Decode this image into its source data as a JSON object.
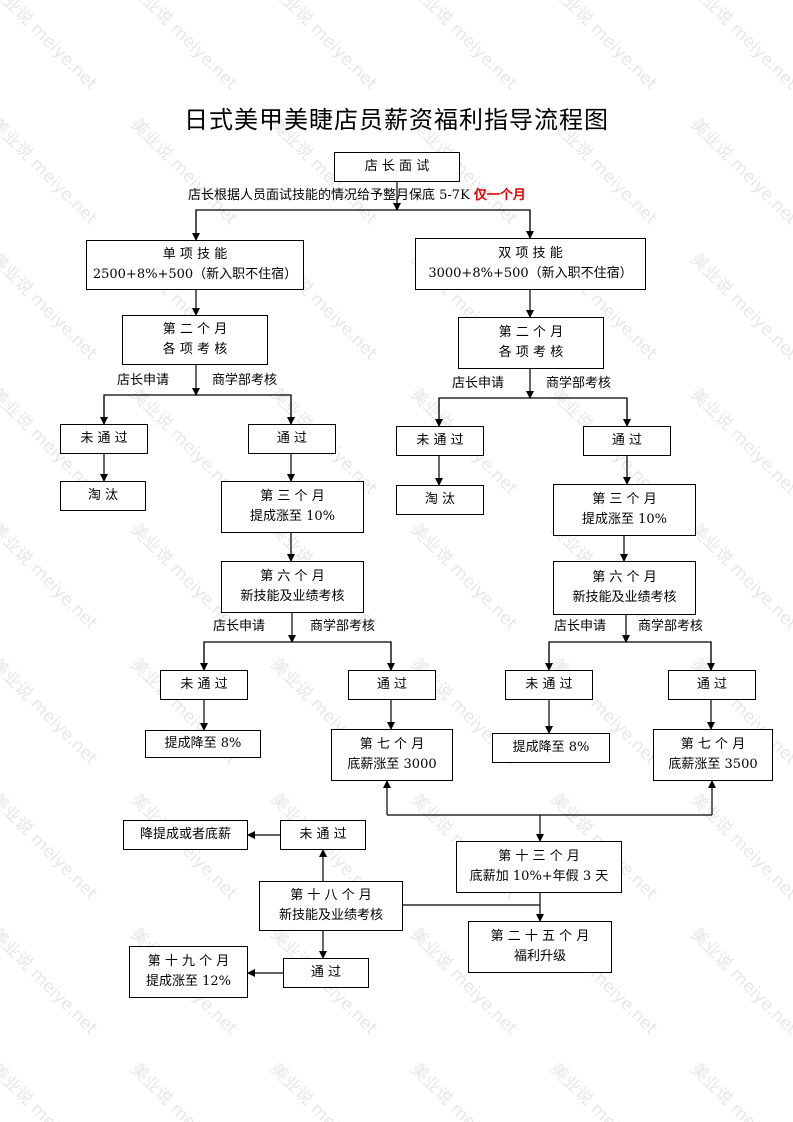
{
  "watermark": "美业说 meiye.net",
  "title": "日式美甲美睫店员薪资福利指导流程图",
  "colors": {
    "line": "#000000",
    "highlight": "#e00000",
    "watermark": "#e7e7e7"
  },
  "interview": {
    "box": "店 长 面 试",
    "note": "店长根据人员面试技能的情况给予整月保底 5-7K",
    "note_highlight": "仅一个月"
  },
  "single": {
    "title": "单 项 技 能",
    "salary": "2500+8%+500（新入职不住宿）",
    "month2": [
      "第 二 个 月",
      "各 项 考 核"
    ],
    "apply_label": "店长申请",
    "review_label": "商学部考核",
    "fail": "未 通 过",
    "pass": "通    过",
    "eliminate": "淘    汰",
    "month3": [
      "第 三 个 月",
      "提成涨至 10%"
    ],
    "month6": [
      "第 六 个 月",
      "新技能及业绩考核"
    ],
    "apply_label2": "店长申请",
    "review_label2": "商学部考核",
    "fail2": "未 通 过",
    "pass2": "通    过",
    "drop": "提成降至 8%",
    "month7": [
      "第 七 个 月",
      "底薪涨至 3000"
    ]
  },
  "double": {
    "title": "双 项 技 能",
    "salary": "3000+8%+500（新入职不住宿）",
    "month2": [
      "第 二 个 月",
      "各 项 考 核"
    ],
    "apply_label": "店长申请",
    "review_label": "商学部考核",
    "fail": "未 通 过",
    "pass": "通    过",
    "eliminate": "淘    汰",
    "month3": [
      "第 三 个 月",
      "提成涨至 10%"
    ],
    "month6": [
      "第 六 个 月",
      "新技能及业绩考核"
    ],
    "apply_label2": "店长申请",
    "review_label2": "商学部考核",
    "fail2": "未 通 过",
    "pass2": "通    过",
    "drop": "提成降至 8%",
    "month7": [
      "第 七 个 月",
      "底薪涨至 3500"
    ]
  },
  "month13": [
    "第 十 三 个 月",
    "底薪加 10%+年假 3 天"
  ],
  "month18": [
    "第 十 八 个 月",
    "新技能及业绩考核"
  ],
  "month18_fail": "未 通 过",
  "month18_fail_result": "降提成或者底薪",
  "month18_pass": "通    过",
  "month19": [
    "第 十 九 个 月",
    "提成涨至 12%"
  ],
  "month25": [
    "第 二 十 五 个 月",
    "福利升级"
  ]
}
